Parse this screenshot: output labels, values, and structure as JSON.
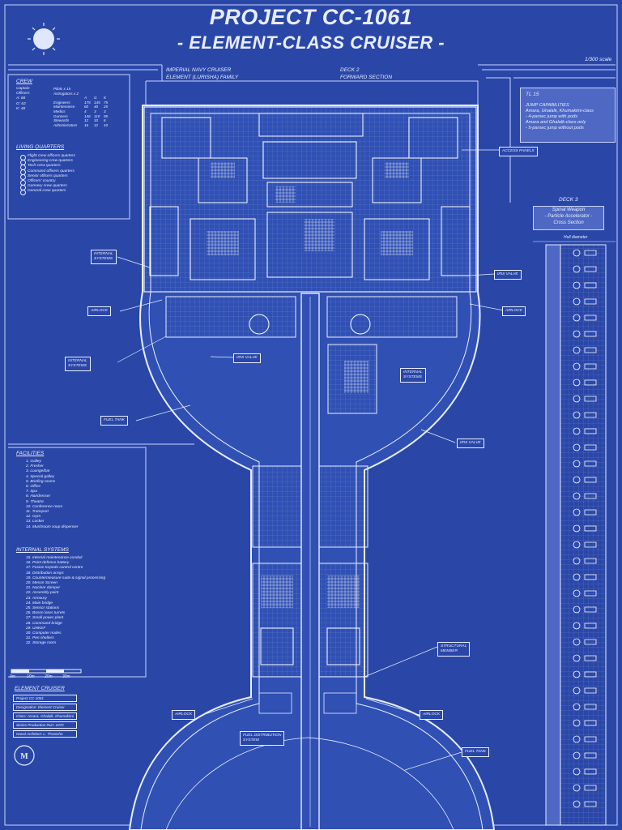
{
  "title": "PROJECT CC-1061",
  "subtitle": "- ELEMENT-CLASS CRUISER -",
  "scale": "1/300 scale",
  "header_left": [
    "IMPERIAL NAVY CRUISER",
    "ELEMENT (LURISHA) FAMILY"
  ],
  "header_right": [
    "DECK 2",
    "FORWARD SECTION"
  ],
  "crew": {
    "heading": "CREW",
    "left_lines": [
      "Captain",
      "Officers",
      "A: 68",
      "G: 62",
      "K: 48"
    ],
    "right_header": [
      "Pilots x 15",
      "Astrogators x 2"
    ],
    "col_labels": [
      "",
      "A",
      "G",
      "K"
    ],
    "rows": [
      [
        "Engineers",
        "175",
        "145",
        "75"
      ],
      [
        "Maintenance",
        "60",
        "40",
        "25"
      ],
      [
        "Medics",
        "4",
        "3",
        "3"
      ],
      [
        "Gunners",
        "146",
        "110",
        "95"
      ],
      [
        "Stewards",
        "12",
        "10",
        "6"
      ],
      [
        "Administrators",
        "16",
        "12",
        "10"
      ]
    ]
  },
  "living_quarters": {
    "heading": "LIVING QUARTERS",
    "items": [
      "Flight crew officers quarters",
      "Engineering crew quarters",
      "Tech crew quarters",
      "Command officers quarters",
      "Senior officers quarters",
      "Officers' country",
      "Gunnery crew quarters",
      "General crew quarters"
    ]
  },
  "tl": {
    "heading": "TL 15",
    "lines": [
      "JUMP CAPABILITIES",
      "Amara, Ghalalk, Khumakimi-class",
      "- 4-parsec jump with pods",
      "Amara and Ghalalk-class only",
      "- 5-parsec jump without pods"
    ]
  },
  "deck3": {
    "heading": "DECK 3",
    "lines": [
      "Spinal Weapon",
      "- Particle Accelerator -",
      "Cross Section"
    ],
    "dim_label": "Hull diameter"
  },
  "facilities": {
    "heading": "FACILITIES",
    "items": [
      "1. Galley",
      "2. Fresher",
      "3. Lounge/bar",
      "4. Special galley",
      "5. Briefing rooms",
      "6. Office",
      "7. Spa",
      "8. Hairdresser",
      "9. Theatre",
      "10. Conference room",
      "11. Transport",
      "12. Gym",
      "13. Locker",
      "14. Mushroom soup dispenser"
    ]
  },
  "internal_systems": {
    "heading": "INTERNAL SYSTEMS",
    "items": [
      "15. Internal maintenance conduit",
      "16. Point defence battery",
      "17. Fusion torpedo control centre",
      "18. Distribution arrays",
      "19. Countermeasure suite & signal processing",
      "20. Meson Screen",
      "21. Nuclear damper",
      "22. Assembly point",
      "23. Armoury",
      "24. Main bridge",
      "25. Sensor stations",
      "26. Boson laser turrets",
      "27. Small power plant",
      "28. Command bridge",
      "29. UNKEF",
      "30. Computer nodes",
      "31. Pen shelters",
      "32. Storage room"
    ]
  },
  "scale_bar_labels": [
    "0m",
    "10m",
    "20m",
    "30m"
  ],
  "title_block": {
    "heading": "ELEMENT CRUISER",
    "rows": [
      "Project CC-1061",
      "Designation: Element Cruiser",
      "Class: Amara, Ghalalk, Khumakimi",
      "Series Production Run: 1072",
      "Naval Architect: L. Thrasche"
    ]
  },
  "callouts": {
    "access_panels": "ACCESS PANELS",
    "iris_valve_right_top": "IRIS VALVE",
    "airlock_right_top": "AIRLOCK",
    "internal_systems_left_top": [
      "INTERNAL",
      "SYSTEMS"
    ],
    "airlock_left_top": "AIRLOCK",
    "iris_valve_mid": "IRIS VALVE",
    "internal_systems_left_mid": [
      "INTERNAL",
      "SYSTEMS"
    ],
    "internal_systems_center": [
      "INTERNAL",
      "SYSTEMS"
    ],
    "fuel_tank_left": "FUEL TANK",
    "iris_valve_right_mid": "IRIS VALVE",
    "structural_member": [
      "STRUCTURAL",
      "MEMBER"
    ],
    "airlock_left_bottom": "AIRLOCK",
    "airlock_right_bottom": "AIRLOCK",
    "fuel_distribution": [
      "FUEL DISTRIBUTION",
      "SYSTEM"
    ],
    "fuel_tank_right": "FUEL TANK"
  },
  "colors": {
    "background": "#2a47a8",
    "line": "#e8eeff",
    "panel": "#4e68c4"
  }
}
